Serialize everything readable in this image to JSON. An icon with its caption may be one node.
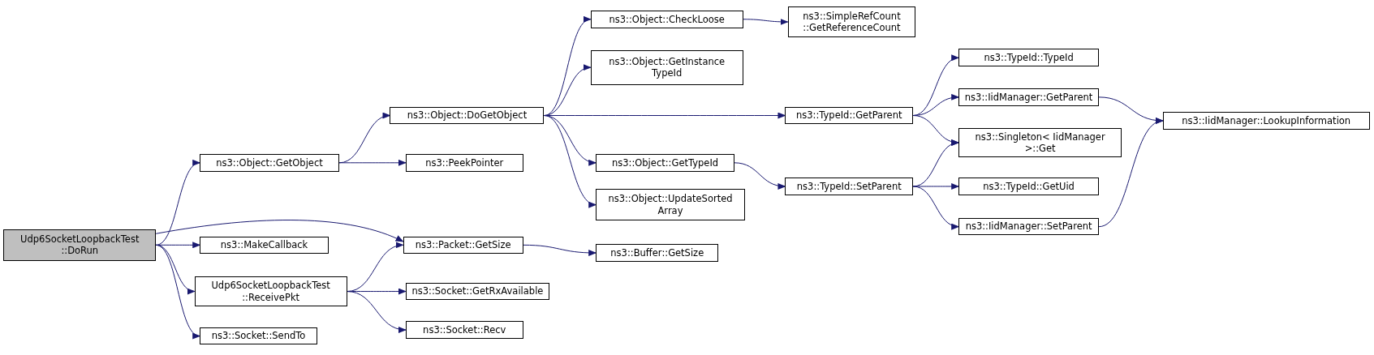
{
  "diagram": {
    "nodes": [
      {
        "text": [
          "Udp6SocketLoopbackTest ::DoRun"
        ]
      },
      {
        "text": [
          "ns3::Object::GetObject"
        ]
      },
      {
        "text": [
          "ns3::Object::DoGetObject"
        ]
      },
      {
        "text": [
          "ns3::Object::CheckLoose"
        ]
      },
      {
        "text": [
          "ns3::SimpleRefCount ::GetReferenceCount"
        ]
      },
      {
        "text": [
          "ns3::Object::GetInstance TypeId"
        ]
      },
      {
        "text": [
          "ns3::TypeId::GetParent"
        ]
      },
      {
        "text": [
          "ns3::TypeId::TypeId"
        ]
      },
      {
        "text": [
          "ns3::IidManager::GetParent"
        ]
      },
      {
        "text": [
          "ns3::Singleton< IidManager >::Get"
        ]
      },
      {
        "text": [
          "ns3::IidManager::LookupInformation"
        ]
      },
      {
        "text": [
          "ns3::Object::GetTypeId"
        ]
      },
      {
        "text": [
          "ns3::Object::UpdateSorted Array"
        ]
      },
      {
        "text": [
          "ns3::TypeId::SetParent"
        ]
      },
      {
        "text": [
          "ns3::TypeId::GetUid"
        ]
      },
      {
        "text": [
          "ns3::IidManager::SetParent"
        ]
      },
      {
        "text": [
          "ns3::PeekPointer"
        ]
      },
      {
        "text": [
          "ns3::MakeCallback"
        ]
      },
      {
        "text": [
          "ns3::Packet::GetSize"
        ]
      },
      {
        "text": [
          "ns3::Buffer::GetSize"
        ]
      },
      {
        "text": [
          "Udp6SocketLoopbackTest ::ReceivePkt"
        ]
      },
      {
        "text": [
          "ns3::Socket::GetRxAvailable"
        ]
      },
      {
        "text": [
          "ns3::Socket::Recv"
        ]
      },
      {
        "text": [
          "ns3::Socket::SendTo"
        ]
      }
    ],
    "edges": [
      {
        "from": 0,
        "to": 1,
        "arrow": "to"
      },
      {
        "from": 0,
        "to": 18,
        "arrow": "to"
      },
      {
        "from": 0,
        "to": 17,
        "arrow": "to"
      },
      {
        "from": 0,
        "to": 20,
        "arrow": "to"
      },
      {
        "from": 0,
        "to": 23,
        "arrow": "to"
      },
      {
        "from": 1,
        "to": 2,
        "arrow": "to"
      },
      {
        "from": 1,
        "to": 16,
        "arrow": "to"
      },
      {
        "from": 2,
        "to": 3,
        "arrow": "to"
      },
      {
        "from": 2,
        "to": 5,
        "arrow": "to"
      },
      {
        "from": 2,
        "to": 6,
        "arrow": "to"
      },
      {
        "from": 2,
        "to": 11,
        "arrow": "to"
      },
      {
        "from": 2,
        "to": 12,
        "arrow": "to"
      },
      {
        "from": 3,
        "to": 4,
        "arrow": "to"
      },
      {
        "from": 6,
        "to": 7,
        "arrow": "to"
      },
      {
        "from": 6,
        "to": 8,
        "arrow": "to"
      },
      {
        "from": 6,
        "to": 9,
        "arrow": "to"
      },
      {
        "from": 8,
        "to": 10,
        "arrow": "to"
      },
      {
        "from": 11,
        "to": 13,
        "arrow": "to"
      },
      {
        "from": 13,
        "to": 9,
        "arrow": "to"
      },
      {
        "from": 13,
        "to": 14,
        "arrow": "to"
      },
      {
        "from": 13,
        "to": 15,
        "arrow": "to"
      },
      {
        "from": 15,
        "to": 10,
        "arrow": "to"
      },
      {
        "from": 18,
        "to": 19,
        "arrow": "to"
      },
      {
        "from": 20,
        "to": 18,
        "arrow": "to"
      },
      {
        "from": 20,
        "to": 21,
        "arrow": "to"
      },
      {
        "from": 20,
        "to": 22,
        "arrow": "to"
      }
    ]
  }
}
